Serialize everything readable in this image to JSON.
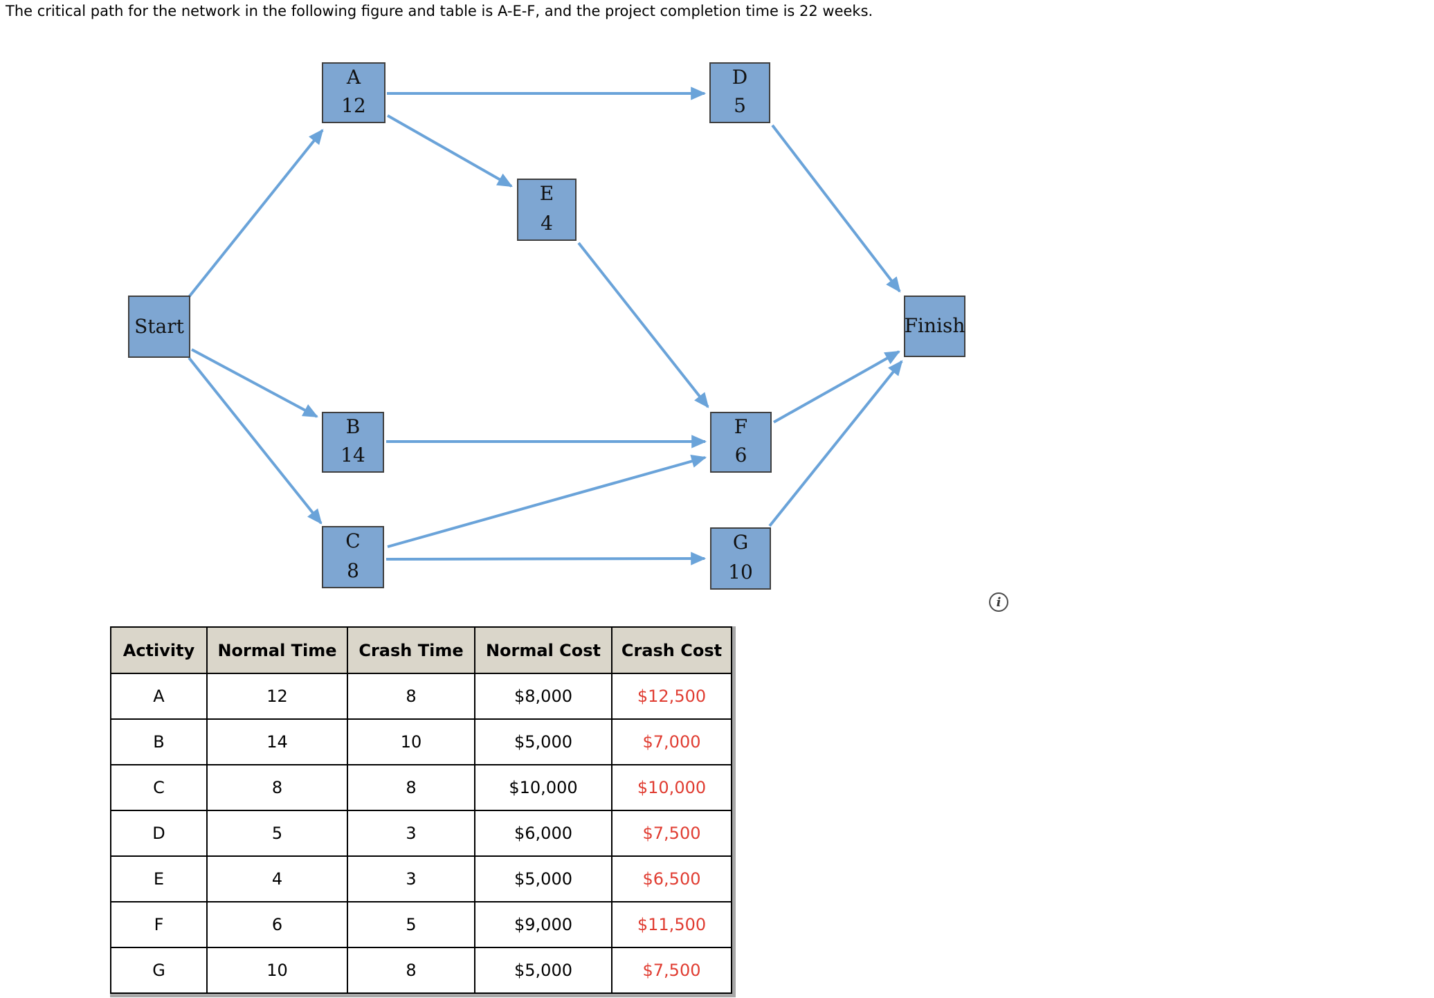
{
  "title": "The critical path for the network in the following figure and table is A-E-F, and the project completion time is 22 weeks.",
  "critical_path": "A-E-F",
  "completion_time_weeks": "22",
  "colors": {
    "node_fill": "#7ea6d2",
    "node_border": "#3f3f3f",
    "edge_blue": "#6aa3d9",
    "table_header_bg": "#dad6ca",
    "crash_cost_red": "#e03c31"
  },
  "diagram": {
    "nodes": {
      "start": {
        "label": "Start"
      },
      "a": {
        "label": "A",
        "duration": "12"
      },
      "b": {
        "label": "B",
        "duration": "14"
      },
      "c": {
        "label": "C",
        "duration": "8"
      },
      "d": {
        "label": "D",
        "duration": "5"
      },
      "e": {
        "label": "E",
        "duration": "4"
      },
      "f": {
        "label": "F",
        "duration": "6"
      },
      "g": {
        "label": "G",
        "duration": "10"
      },
      "finish": {
        "label": "Finish"
      }
    },
    "edges": [
      "Start-A",
      "Start-B",
      "Start-C",
      "A-D",
      "A-E",
      "E-F",
      "B-F",
      "C-F",
      "C-G",
      "D-Finish",
      "F-Finish",
      "G-Finish"
    ]
  },
  "info_icon": {
    "glyph": "i"
  },
  "table": {
    "headers": [
      "Activity",
      "Normal Time",
      "Crash Time",
      "Normal Cost",
      "Crash Cost"
    ],
    "rows": [
      {
        "activity": "A",
        "normal_time": "12",
        "crash_time": "8",
        "normal_cost": "$8,000",
        "crash_cost": "$12,500"
      },
      {
        "activity": "B",
        "normal_time": "14",
        "crash_time": "10",
        "normal_cost": "$5,000",
        "crash_cost": "$7,000"
      },
      {
        "activity": "C",
        "normal_time": "8",
        "crash_time": "8",
        "normal_cost": "$10,000",
        "crash_cost": "$10,000"
      },
      {
        "activity": "D",
        "normal_time": "5",
        "crash_time": "3",
        "normal_cost": "$6,000",
        "crash_cost": "$7,500"
      },
      {
        "activity": "E",
        "normal_time": "4",
        "crash_time": "3",
        "normal_cost": "$5,000",
        "crash_cost": "$6,500"
      },
      {
        "activity": "F",
        "normal_time": "6",
        "crash_time": "5",
        "normal_cost": "$9,000",
        "crash_cost": "$11,500"
      },
      {
        "activity": "G",
        "normal_time": "10",
        "crash_time": "8",
        "normal_cost": "$5,000",
        "crash_cost": "$7,500"
      }
    ]
  }
}
